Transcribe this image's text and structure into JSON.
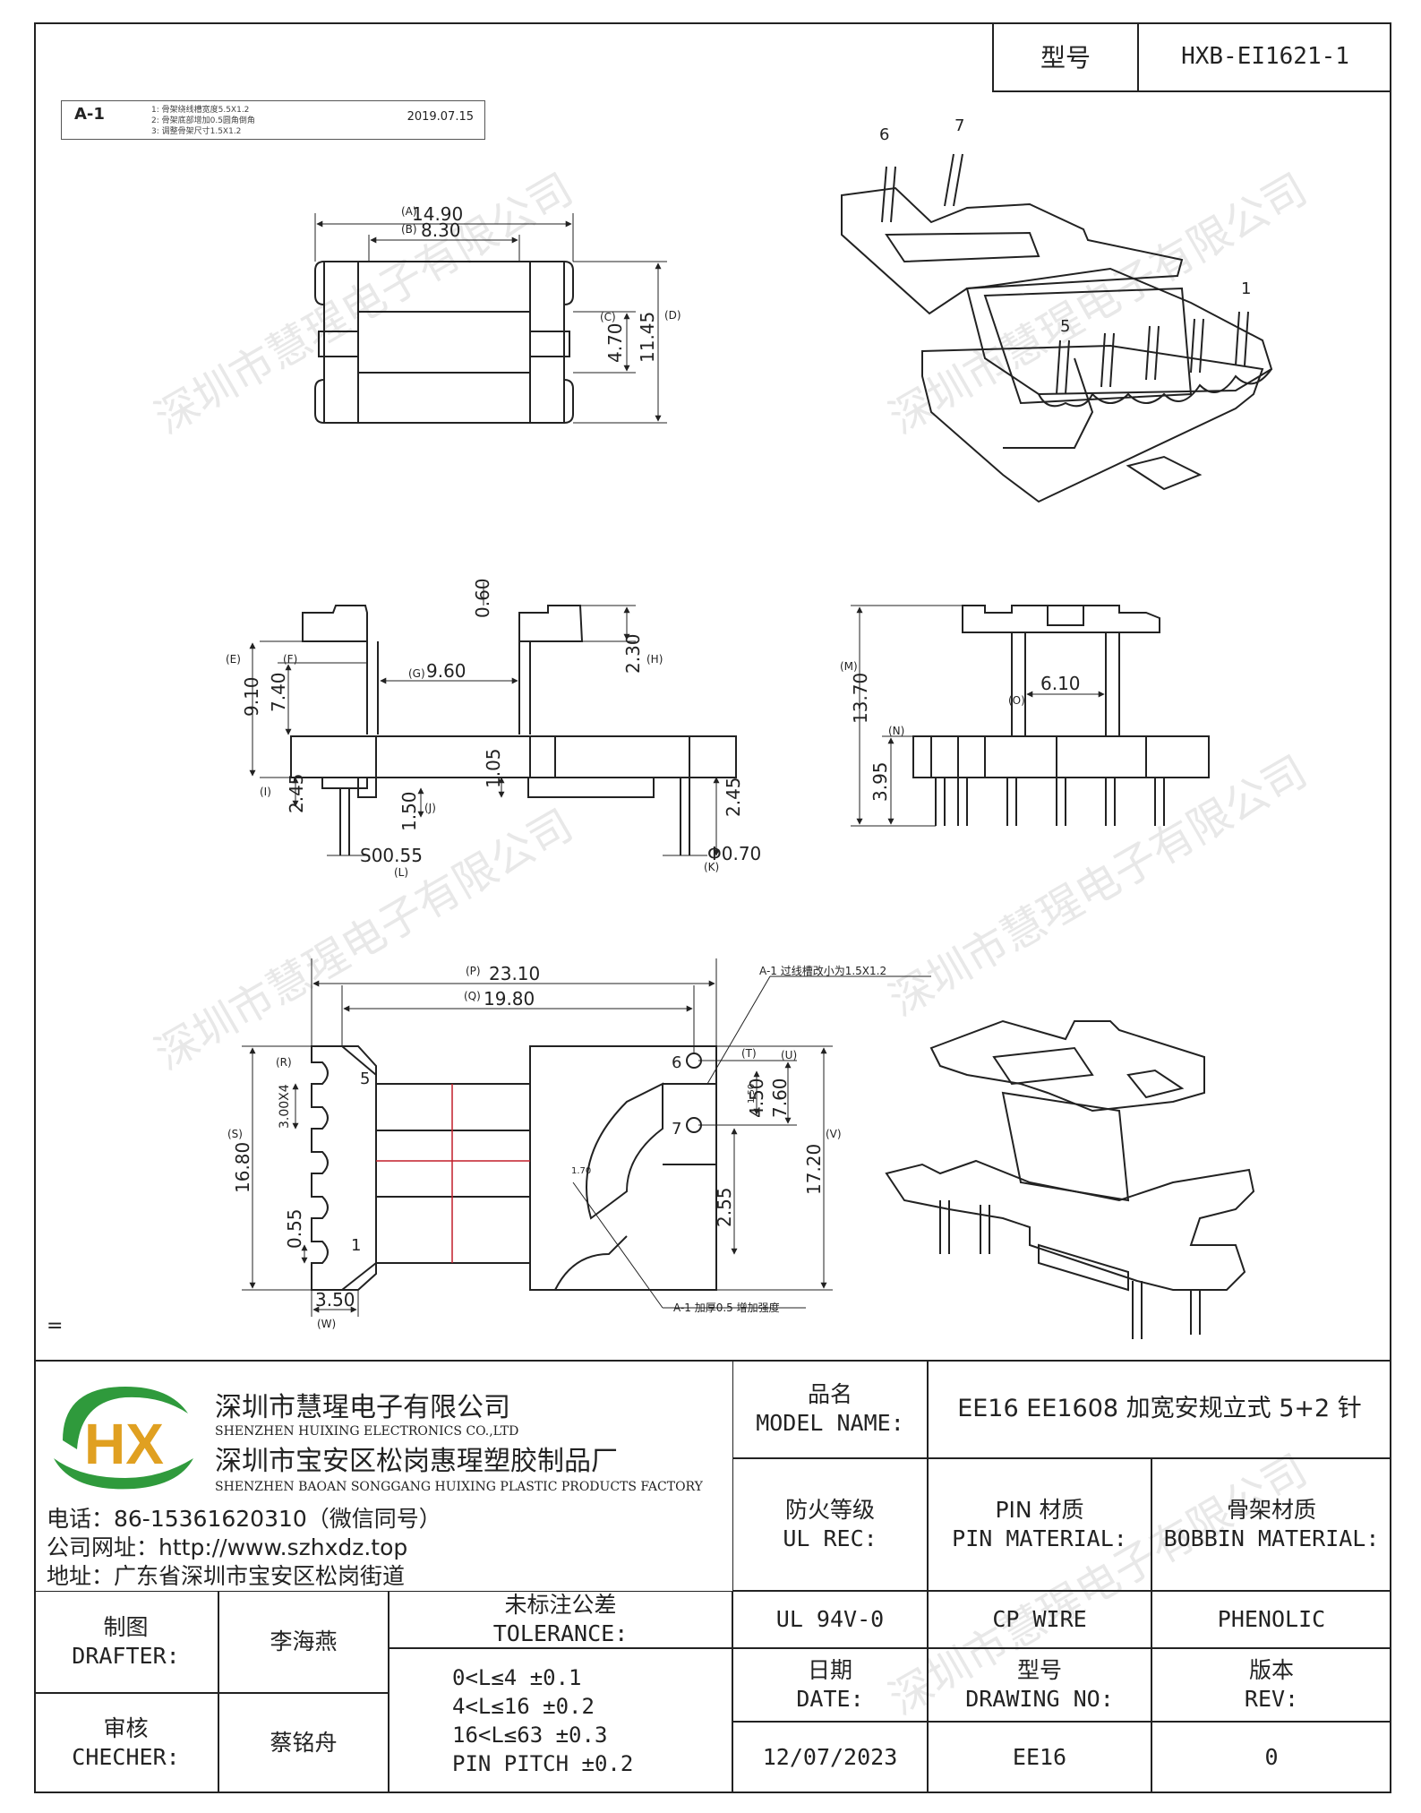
{
  "header": {
    "model_label": "型号",
    "model_value": "HXB-EI1621-1"
  },
  "revision_strip": {
    "rev": "A-1",
    "date": "2019.07.15",
    "notes": [
      "1: 骨架绕线槽宽度5.5X1.2",
      "2: 骨架底部增加0.5圆角倒角",
      "3: 调整骨架尺寸1.5X1.2"
    ]
  },
  "drawing": {
    "top_view": {
      "dims": {
        "a": "14.90",
        "b": "8.30",
        "c": "4.70",
        "d": "11.45"
      },
      "tags": {
        "a": "(A)",
        "b": "(B)",
        "c": "(C)",
        "d": "(D)"
      }
    },
    "iso_top": {
      "pins": {
        "p6": "6",
        "p7": "7",
        "p5": "5",
        "p1": "1"
      }
    },
    "front_view": {
      "dims": {
        "d060": "0.60",
        "d960": "9.60",
        "d910": "9.10",
        "d740": "7.40",
        "d230": "2.30",
        "d245a": "2.45",
        "d150": "1.50",
        "d105": "1.05",
        "d245b": "2.45",
        "d055": "S00.55",
        "d070": "Φ0.70"
      },
      "tags": {
        "e": "(E)",
        "f": "(F)",
        "g": "(G)",
        "h": "(H)",
        "i": "(I)",
        "j": "(J)",
        "l": "(L)",
        "k": "(K)"
      }
    },
    "side_view": {
      "dims": {
        "d1370": "13.70",
        "d610": "6.10",
        "d395": "3.95"
      },
      "tags": {
        "n": "(N)",
        "m": "(M)",
        "o": "(O)"
      }
    },
    "bottom_view": {
      "dims": {
        "d2310": "23.10",
        "d1980": "19.80",
        "d1680": "16.80",
        "d300x4": "3.00X4",
        "d055": "0.55",
        "d350": "3.50",
        "d450": "4.50",
        "d760": "7.60",
        "d1720": "17.20",
        "d255": "2.55",
        "d150s": "1.50",
        "d170s": "1.70"
      },
      "tags": {
        "p": "(P)",
        "q": "(Q)",
        "s": "(S)",
        "r": "(R)",
        "u": "(U)",
        "t": "(T)",
        "v": "(V)",
        "w": "(W)"
      },
      "pins": {
        "p6": "6",
        "p7": "7",
        "p1": "1",
        "p5": "5"
      },
      "notes": {
        "n1": "A-1 过线槽改小为1.5X1.2",
        "n2": "A-1 加厚0.5 增加强度"
      }
    },
    "watermark": "深圳市慧瑆电子有限公司",
    "eq_mark": "="
  },
  "title_block": {
    "company_cn": "深圳市慧瑆电子有限公司",
    "company_en": "SHENZHEN HUIXING ELECTRONICS CO.,LTD",
    "factory_cn": "深圳市宝安区松岗惠瑆塑胶制品厂",
    "factory_en": "SHENZHEN BAOAN SONGGANG HUIXING PLASTIC PRODUCTS FACTORY",
    "phone": "电话：86-15361620310（微信同号）",
    "website": "公司网址：http://www.szhxdz.top",
    "address": "地址：广东省深圳市宝安区松岗街道",
    "model_name_cn": "品名",
    "model_name_en": "MODEL NAME:",
    "model_name_value": "EE16 EE1608 加宽安规立式 5+2 针",
    "ul_cn": "防火等级",
    "ul_en": "UL REC:",
    "pin_mat_cn": "PIN 材质",
    "pin_mat_en": "PIN MATERIAL:",
    "bobbin_mat_cn": "骨架材质",
    "bobbin_mat_en": "BOBBIN MATERIAL:",
    "ul_value": "UL 94V-0",
    "pin_mat_value": "CP WIRE",
    "bobbin_mat_value": "PHENOLIC",
    "drafter_cn": "制图",
    "drafter_en": "DRAFTER:",
    "drafter_value": "李海燕",
    "checker_cn": "审核",
    "checker_en": "CHECHER:",
    "checker_value": "蔡铭舟",
    "tolerance_cn": "未标注公差",
    "tolerance_en": "TOLERANCE:",
    "tolerance_lines": [
      "0<L≤4  ±0.1",
      "4<L≤16 ±0.2",
      "16<L≤63 ±0.3",
      "PIN PITCH ±0.2"
    ],
    "date_cn": "日期",
    "date_en": "DATE:",
    "date_value": "12/07/2023",
    "drawing_no_cn": "型号",
    "drawing_no_en": "DRAWING NO:",
    "drawing_no_value": "EE16",
    "rev_cn": "版本",
    "rev_en": "REV:",
    "rev_value": "0",
    "logo_text": "HX"
  }
}
